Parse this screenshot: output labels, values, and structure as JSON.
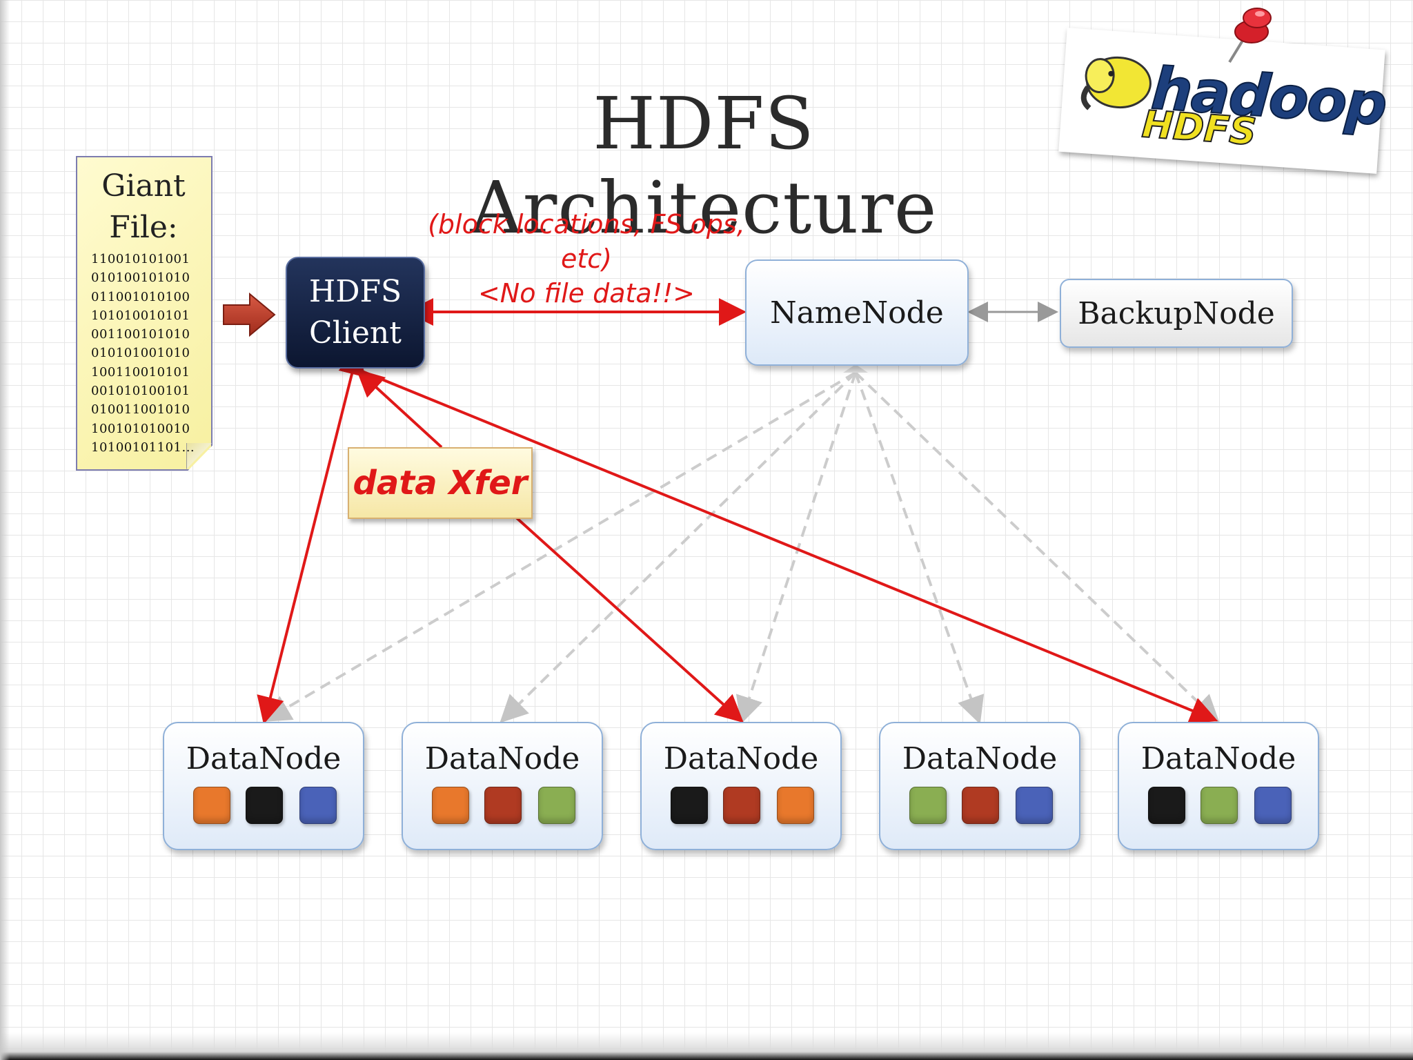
{
  "title": "HDFS Architecture",
  "giant_file": {
    "title_line1": "Giant",
    "title_line2": "File:",
    "bits": [
      "110010101001",
      "010100101010",
      "011001010100",
      "101010010101",
      "001100101010",
      "010101001010",
      "100110010101",
      "001010100101",
      "010011001010",
      "100101010010",
      "10100101101..."
    ]
  },
  "client": {
    "line1": "HDFS",
    "line2": "Client"
  },
  "namenode": {
    "label": "NameNode"
  },
  "backupnode": {
    "label": "BackupNode"
  },
  "annotation": {
    "line1": "(block locations, FS ops, etc)",
    "line2": "<No file data!!>"
  },
  "data_xfer": {
    "label": "data Xfer"
  },
  "logo": {
    "word": "hadoop",
    "sub": "HDFS"
  },
  "colors": {
    "orange": "#e8782c",
    "black": "#1a1a1a",
    "blue": "#4a62b8",
    "red": "#b03a22",
    "green": "#8aae52",
    "arrow_red": "#e01818",
    "dashed_grey": "#cccccc"
  },
  "datanodes": [
    {
      "label": "DataNode",
      "blocks": [
        "orange",
        "black",
        "blue"
      ]
    },
    {
      "label": "DataNode",
      "blocks": [
        "orange",
        "red",
        "green"
      ]
    },
    {
      "label": "DataNode",
      "blocks": [
        "black",
        "red",
        "orange"
      ]
    },
    {
      "label": "DataNode",
      "blocks": [
        "green",
        "red",
        "blue"
      ]
    },
    {
      "label": "DataNode",
      "blocks": [
        "black",
        "green",
        "blue"
      ]
    }
  ]
}
